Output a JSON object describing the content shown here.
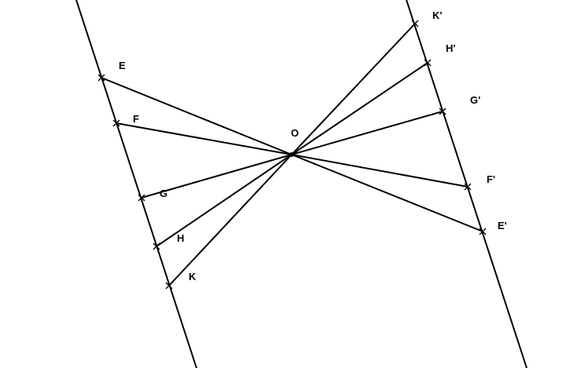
{
  "points": {
    "O": "O",
    "E": "E",
    "F": "F",
    "G": "G",
    "H": "H",
    "K": "K",
    "E_prime": "E'",
    "F_prime": "F'",
    "G_prime": "G'",
    "H_prime": "H'",
    "K_prime": "K'"
  }
}
